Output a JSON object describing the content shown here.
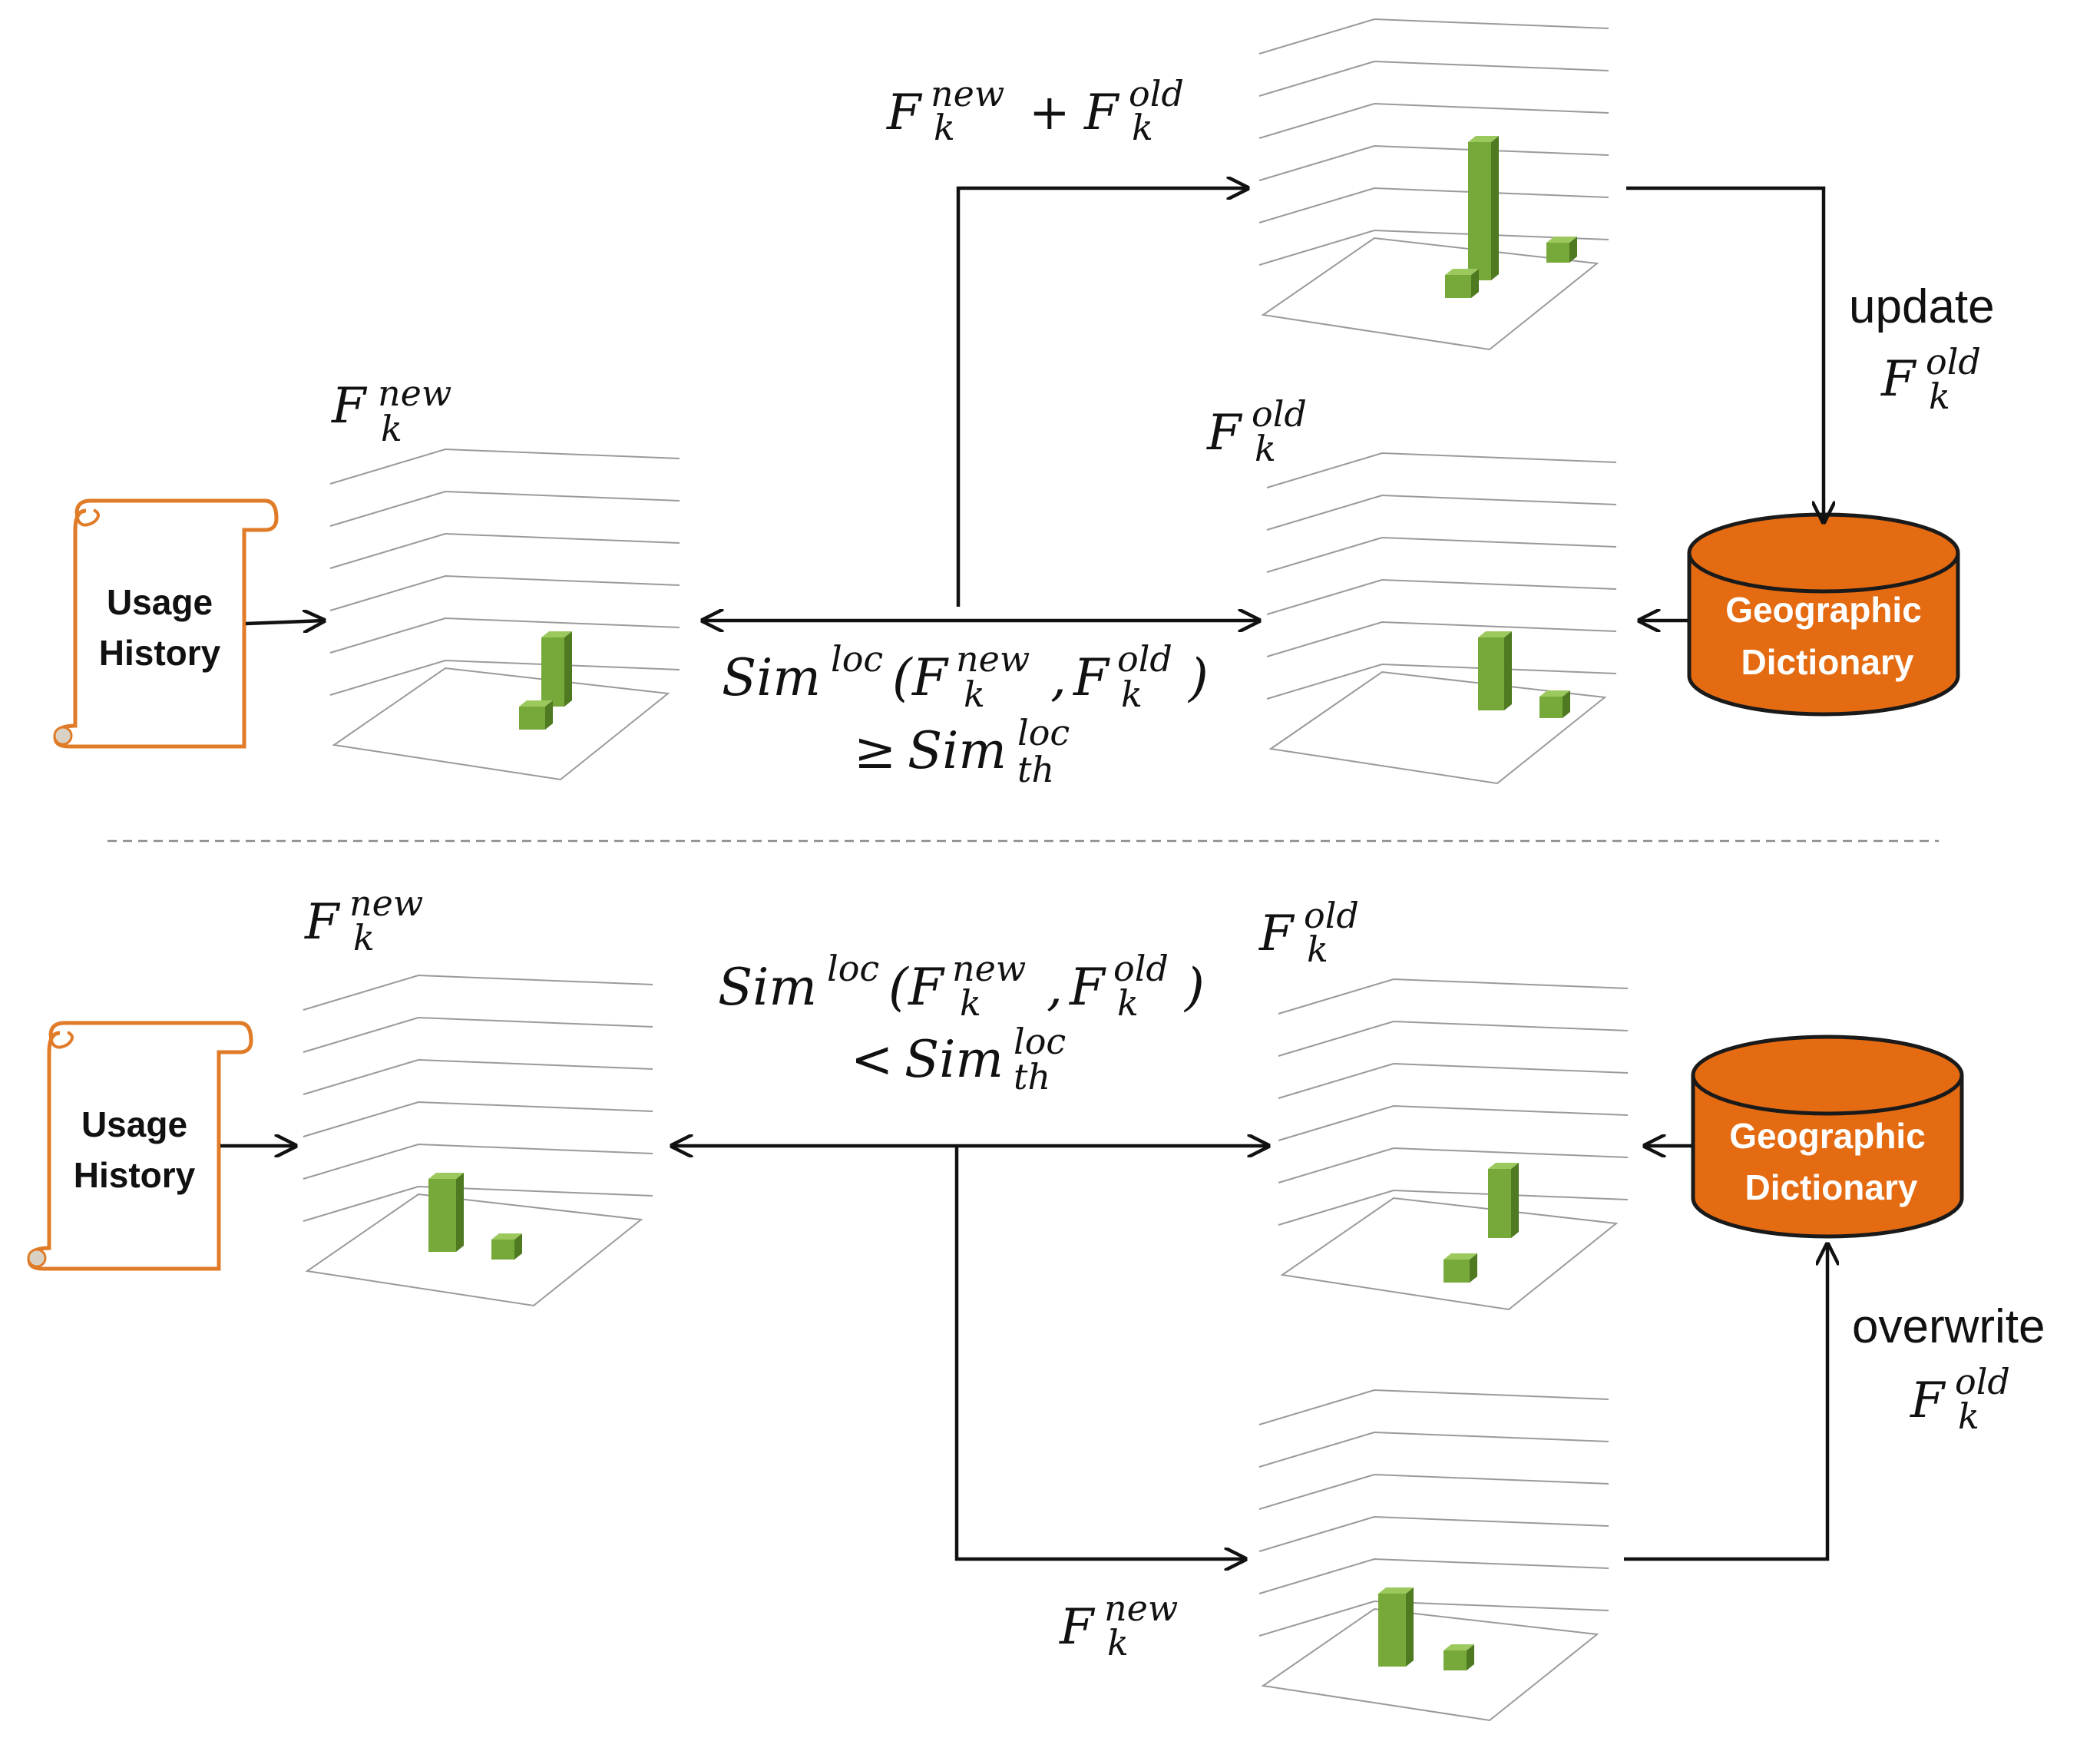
{
  "top_section": {
    "usage_history": {
      "line1": "Usage",
      "line2": "History"
    },
    "f_new_label": {
      "base": "F",
      "sup": "new",
      "sub": "k"
    },
    "f_old_label": {
      "base": "F",
      "sup": "old",
      "sub": "k"
    },
    "sum_label": {
      "base1": "F",
      "sup1": "new",
      "sub1": "k",
      "plus": "+",
      "base2": "F",
      "sup2": "old",
      "sub2": "k"
    },
    "condition": {
      "sim": "Sim",
      "sim_sup": "loc",
      "open": "(",
      "f1": "F",
      "f1_sup": "new",
      "f1_sub": "k",
      "comma": ",",
      "f2": "F",
      "f2_sup": "old",
      "f2_sub": "k",
      "close": ")",
      "op": "≥",
      "th": "Sim",
      "th_sup": "loc",
      "th_sub": "th"
    },
    "action": {
      "word": "update",
      "base": "F",
      "sup": "old",
      "sub": "k"
    },
    "dictionary": {
      "line1": "Geographic",
      "line2": "Dictionary"
    }
  },
  "bottom_section": {
    "usage_history": {
      "line1": "Usage",
      "line2": "History"
    },
    "f_new_label": {
      "base": "F",
      "sup": "new",
      "sub": "k"
    },
    "f_old_label": {
      "base": "F",
      "sup": "old",
      "sub": "k"
    },
    "f_new_lower_label": {
      "base": "F",
      "sup": "new",
      "sub": "k"
    },
    "condition": {
      "sim": "Sim",
      "sim_sup": "loc",
      "open": "(",
      "f1": "F",
      "f1_sup": "new",
      "f1_sub": "k",
      "comma": ",",
      "f2": "F",
      "f2_sup": "old",
      "f2_sub": "k",
      "close": ")",
      "op": "<",
      "th": "Sim",
      "th_sup": "loc",
      "th_sub": "th"
    },
    "action": {
      "word": "overwrite",
      "base": "F",
      "sup": "old",
      "sub": "k"
    },
    "dictionary": {
      "line1": "Geographic",
      "line2": "Dictionary"
    }
  },
  "colors": {
    "scroll_orange": "#e07b28",
    "cylinder_fill": "#e46b12",
    "cylinder_stroke": "#1a1a1a",
    "bar_front": "#77a83a",
    "bar_side": "#4f7a22",
    "bar_top": "#9cc95e",
    "grid": "#9a9a9a",
    "arrow": "#111111"
  }
}
